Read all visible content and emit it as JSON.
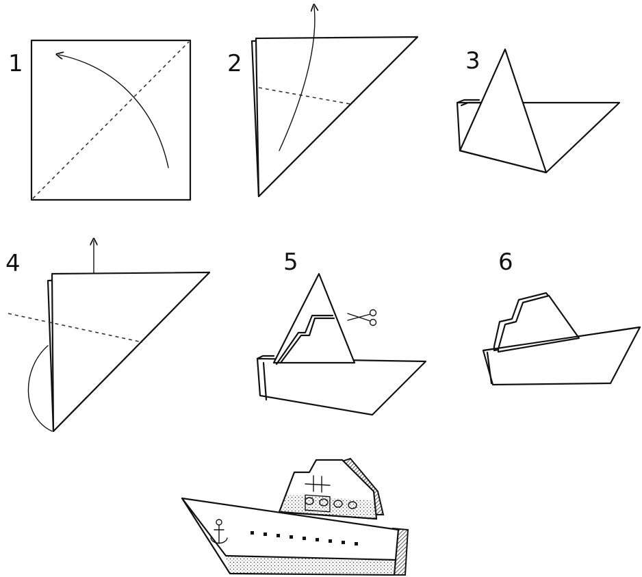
{
  "steps": [
    {
      "label": "1"
    },
    {
      "label": "2"
    },
    {
      "label": "3"
    },
    {
      "label": "4"
    },
    {
      "label": "5"
    },
    {
      "label": "6"
    }
  ]
}
